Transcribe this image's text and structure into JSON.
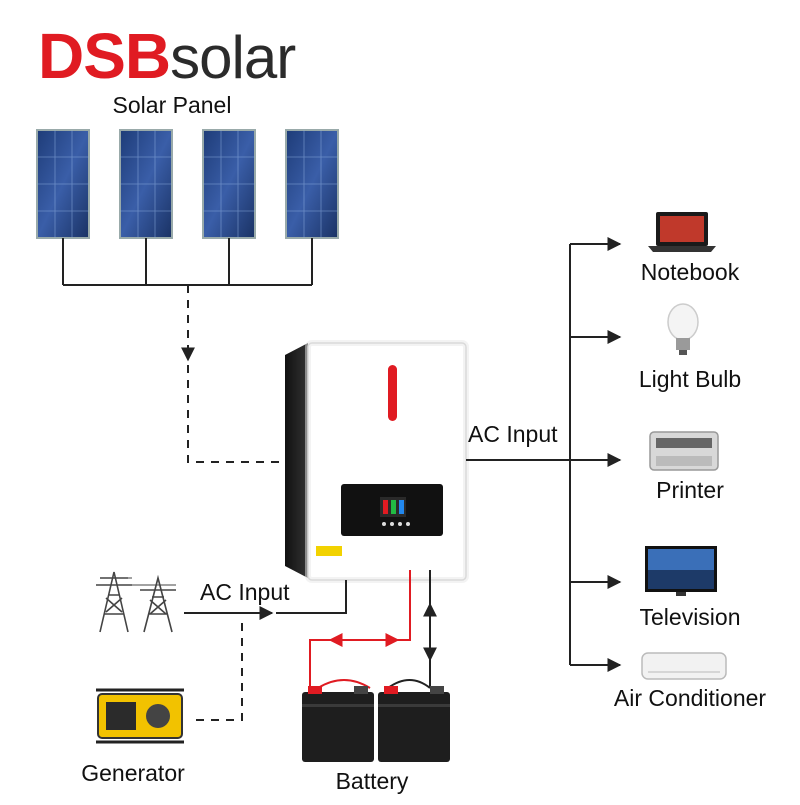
{
  "brand": {
    "prefix": "DSB",
    "suffix": "solar",
    "color": "#e01b22"
  },
  "labels": {
    "solar_panel": "Solar Panel",
    "ac_input_left": "AC Input",
    "ac_input_right": "AC Input",
    "generator": "Generator",
    "battery": "Battery"
  },
  "devices": [
    {
      "name": "Notebook",
      "icon": "laptop-icon"
    },
    {
      "name": "Light Bulb",
      "icon": "light-bulb-icon"
    },
    {
      "name": "Printer",
      "icon": "printer-icon"
    },
    {
      "name": "Television",
      "icon": "television-icon"
    },
    {
      "name": "Air Conditioner",
      "icon": "air-conditioner-icon"
    }
  ],
  "colors": {
    "battery_wire": "#e01b22",
    "lines": "#222222",
    "inverter_body": "#ffffff",
    "inverter_side": "#1c1c1c"
  }
}
